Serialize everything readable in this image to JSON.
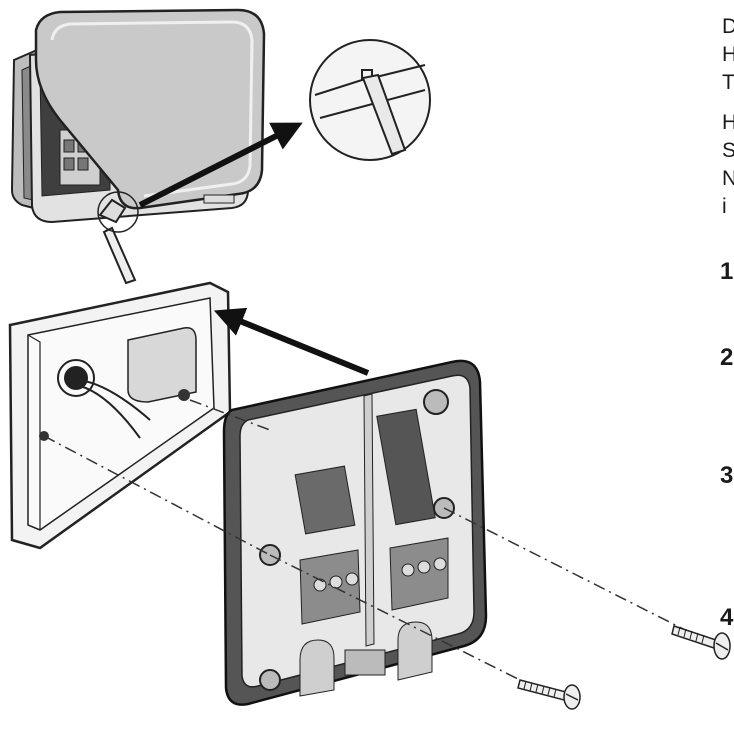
{
  "text_fragments": {
    "line1": "D",
    "line2": "H",
    "line3": "T",
    "line4": "H",
    "line5": "S",
    "line6": "N",
    "line7": "i"
  },
  "step_numbers": [
    "1",
    "2",
    "3",
    "4"
  ],
  "colors": {
    "ink": "#1a1a1a",
    "plastic_dark": "#5a5a5a",
    "plastic_mid": "#9a9a9a",
    "plastic_light": "#e8e8e8",
    "wall_box": "#f2f2f2"
  }
}
